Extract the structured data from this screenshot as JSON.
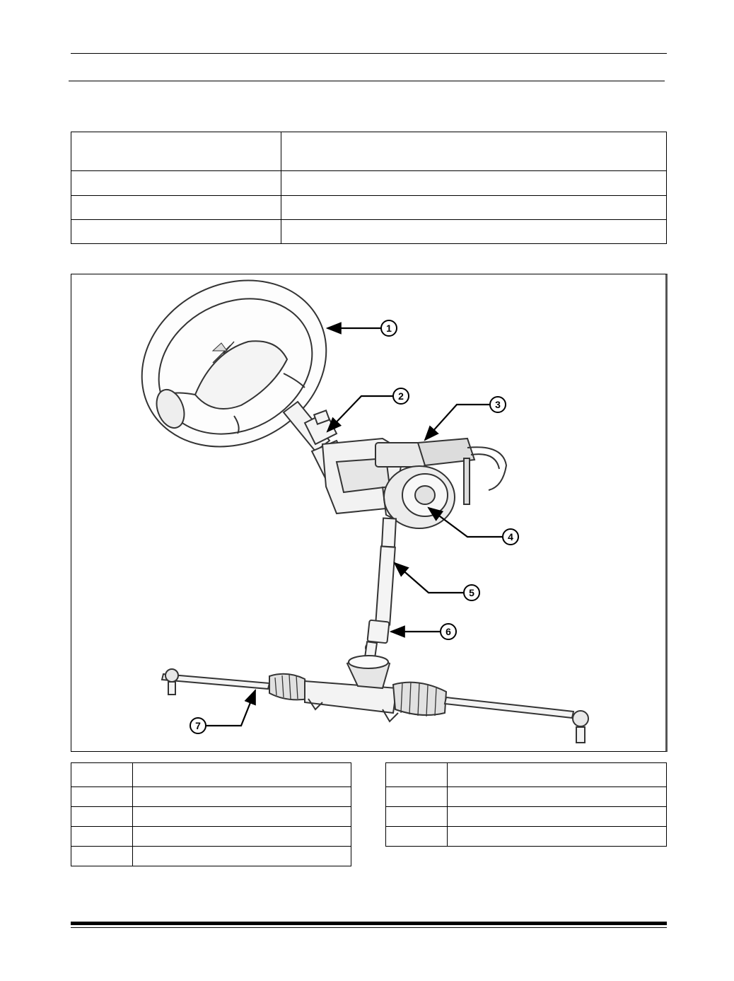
{
  "figure": {
    "callouts": [
      {
        "number": "1"
      },
      {
        "number": "2"
      },
      {
        "number": "3"
      },
      {
        "number": "4"
      },
      {
        "number": "5"
      },
      {
        "number": "6"
      },
      {
        "number": "7"
      }
    ]
  },
  "colors": {
    "line": "#000000",
    "drawing": "#333333",
    "background": "#ffffff"
  }
}
